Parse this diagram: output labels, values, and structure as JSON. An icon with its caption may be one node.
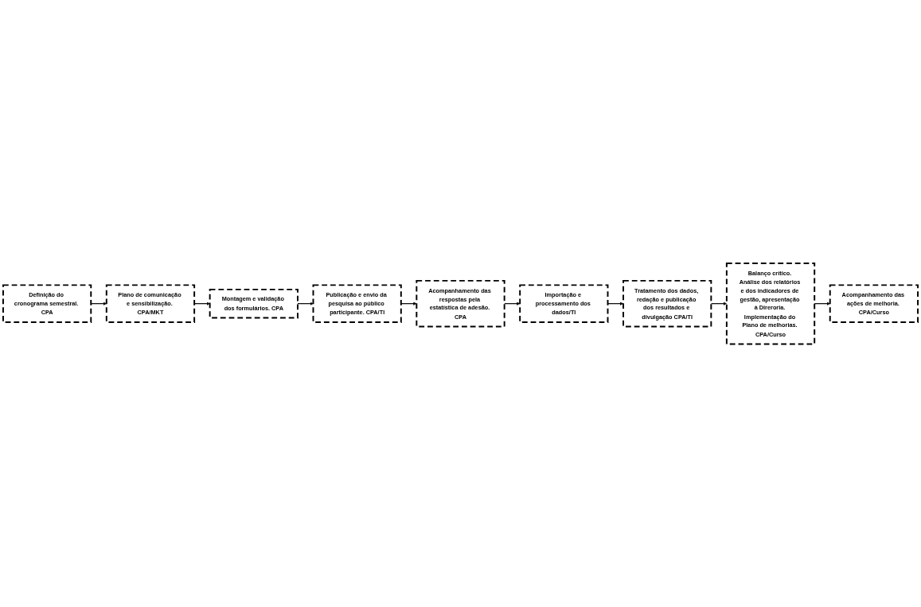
{
  "diagram": {
    "nodes": [
      {
        "text": [
          "Definição do cronograma semestral. CPA"
        ]
      },
      {
        "text": [
          "Plano de comunicação e sensibilização. CPA/MKT"
        ]
      },
      {
        "text": [
          "Montagem e validação dos formulários. CPA"
        ]
      },
      {
        "text": [
          "Publicação e envio da pesquisa ao público participante. CPA/TI"
        ]
      },
      {
        "text": [
          "Acompanhamento das respostas pela estatística de adesão. CPA"
        ]
      },
      {
        "text": [
          "Importação e processamento dos dados/TI"
        ]
      },
      {
        "text": [
          "Tratamento dos dados, redação e publicação dos resultados e divulgação CPA/TI"
        ]
      },
      {
        "text": [
          "Balanço crítico. Análise dos relatórios e dos indicadores de gestão, apresentação à Direroria. Implementação do Plano de melhorias. CPA/Curso"
        ]
      },
      {
        "text": [
          "Acompanhamento das ações de melhoria. CPA/Curso"
        ]
      }
    ],
    "edges": [
      {
        "from": 0,
        "to": 1,
        "arrow": "to"
      },
      {
        "from": 1,
        "to": 2,
        "arrow": "to"
      },
      {
        "from": 2,
        "to": 3,
        "arrow": "to"
      },
      {
        "from": 3,
        "to": 4,
        "arrow": "to"
      },
      {
        "from": 4,
        "to": 5,
        "arrow": "to"
      },
      {
        "from": 5,
        "to": 6,
        "arrow": "to"
      },
      {
        "from": 6,
        "to": 7,
        "arrow": "to"
      },
      {
        "from": 7,
        "to": 8,
        "arrow": "to"
      }
    ]
  }
}
